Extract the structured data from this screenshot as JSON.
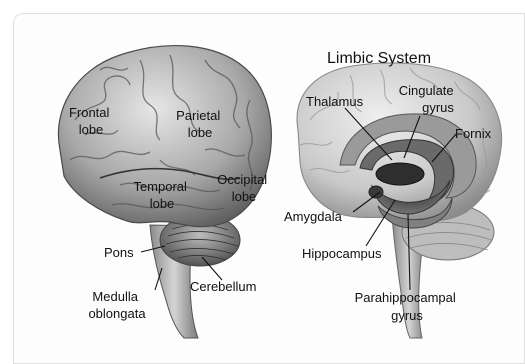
{
  "title": "Limbic System",
  "left_brain": {
    "frontal_lobe": [
      "Frontal",
      "lobe"
    ],
    "parietal_lobe": [
      "Parietal",
      "lobe"
    ],
    "temporal_lobe": [
      "Temporal",
      "lobe"
    ],
    "occipital_lobe": [
      "Occipital",
      "lobe"
    ],
    "pons": "Pons",
    "medulla": [
      "Medulla",
      "oblongata"
    ],
    "cerebellum": "Cerebellum"
  },
  "right_brain": {
    "thalamus": "Thalamus",
    "cingulate_gyrus": [
      "Cingulate",
      "gyrus"
    ],
    "fornix": "Fornix",
    "amygdala": "Amygdala",
    "hippocampus": "Hippocampus",
    "parahippocampal_gyrus": [
      "Parahippocampal",
      "gyrus"
    ]
  }
}
